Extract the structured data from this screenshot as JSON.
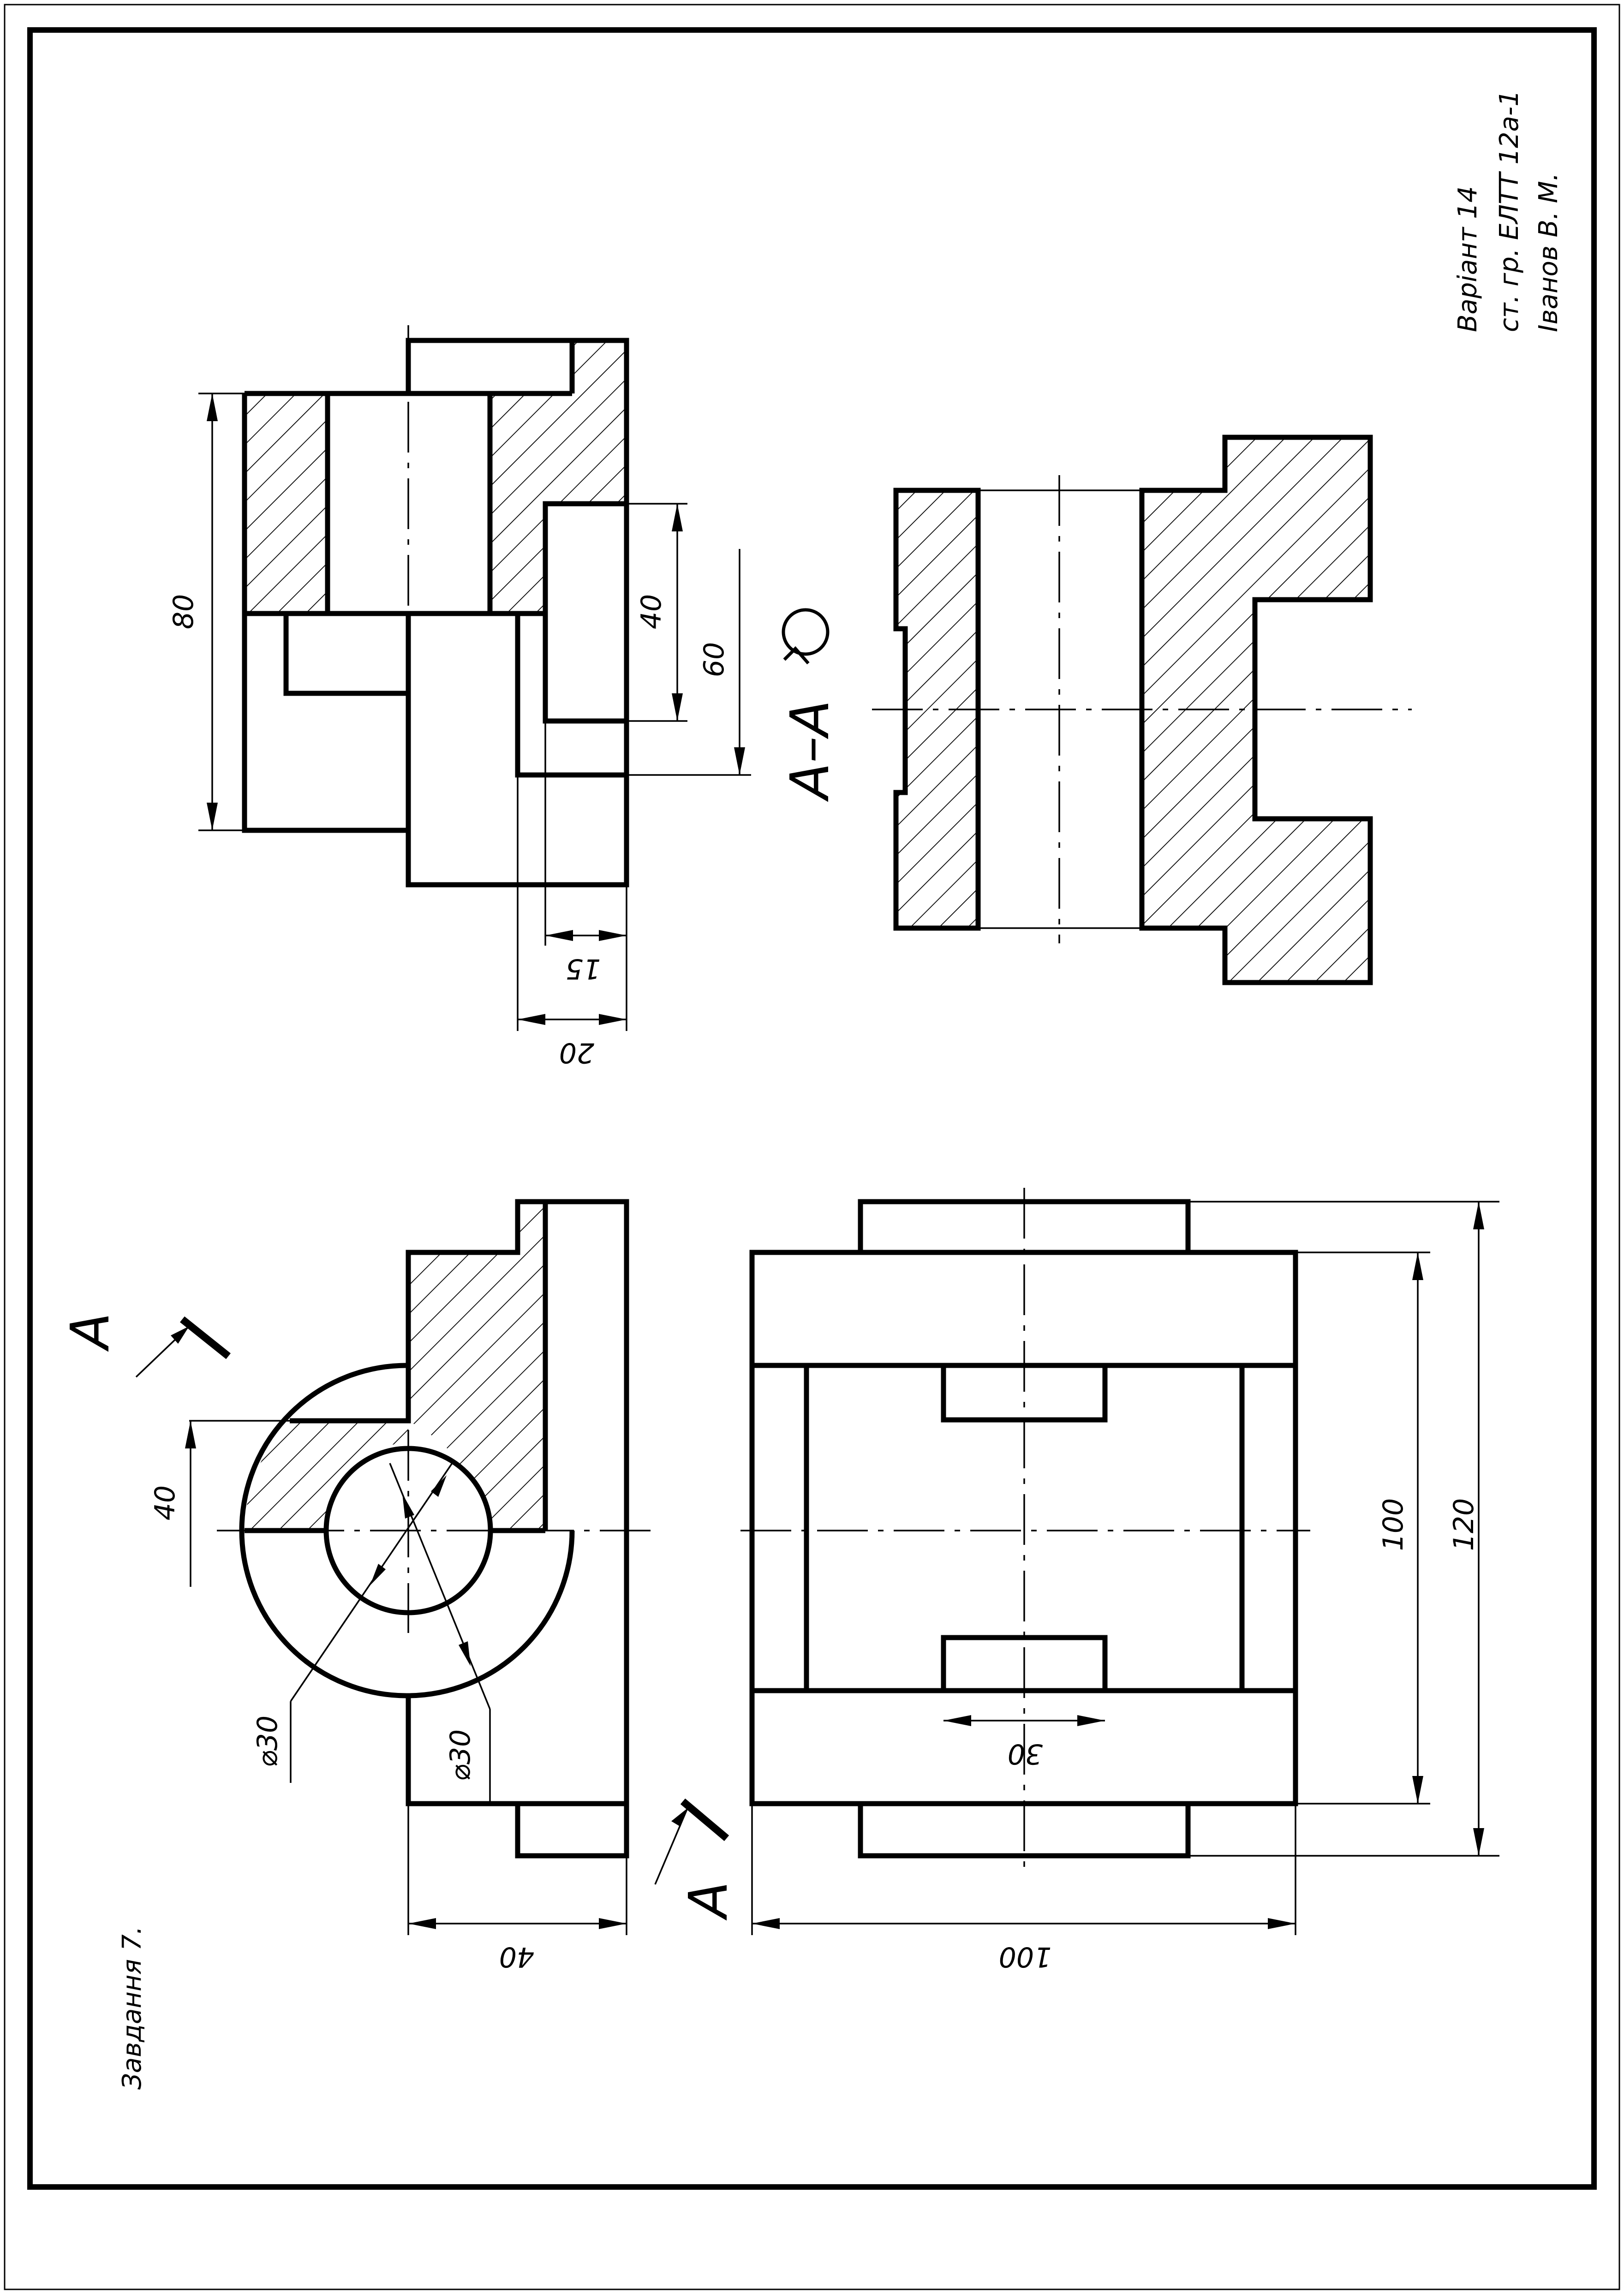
{
  "task_label": "Завдання 7.",
  "title_block": {
    "variant": "Варіант 14",
    "group": "ст. гр. ЕЛТТ 12а-1",
    "student": "Іванов В. М."
  },
  "section_label": "А–А",
  "cut_mark_letter": "А",
  "dimensions": {
    "top_overall_height": "80",
    "top_step_40": "40",
    "top_step_60": "60",
    "top_bottom_15": "15",
    "top_bottom_20": "20",
    "circle_offset_40": "40",
    "hole_dia": "⌀30",
    "boss_dia": "⌀30",
    "left_width": "40",
    "front_inner": "100",
    "front_outer": "120",
    "front_slot": "30",
    "front_width": "100"
  }
}
